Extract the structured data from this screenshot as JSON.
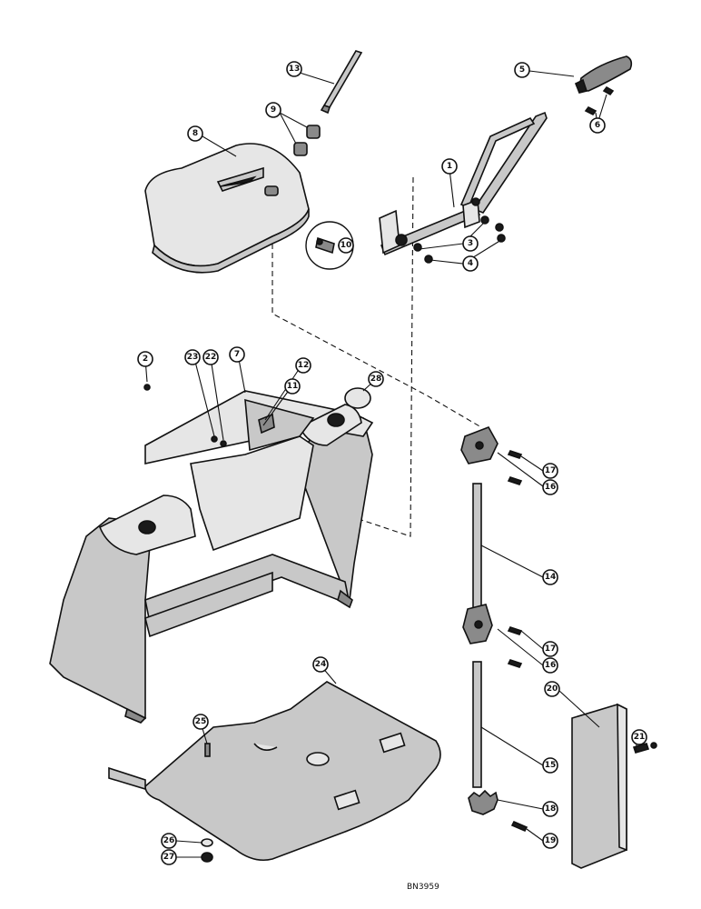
{
  "drawing_number": "BN3959",
  "callouts": [
    "1",
    "2",
    "3",
    "4",
    "5",
    "6",
    "7",
    "8",
    "9",
    "10",
    "11",
    "12",
    "13",
    "14",
    "15",
    "16",
    "17",
    "18",
    "19",
    "20",
    "21",
    "22",
    "23",
    "24",
    "25",
    "26",
    "27",
    "28"
  ]
}
